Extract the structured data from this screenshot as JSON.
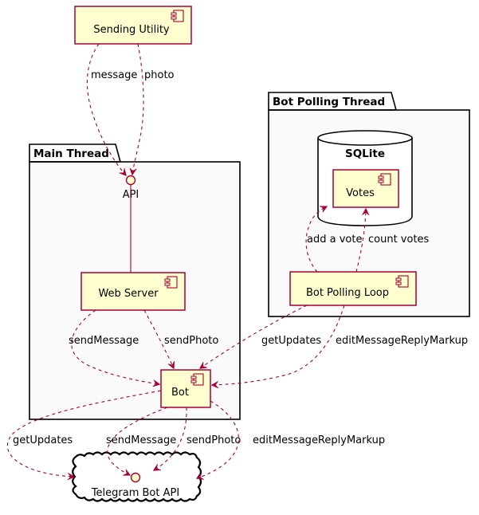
{
  "components": {
    "sending_utility": "Sending Utility",
    "web_server": "Web Server",
    "bot": "Bot",
    "bot_polling_loop": "Bot Polling Loop",
    "votes": "Votes"
  },
  "packages": {
    "main_thread": "Main Thread",
    "bot_polling_thread": "Bot Polling Thread"
  },
  "database": {
    "sqlite": "SQLite"
  },
  "interfaces": {
    "api": "API",
    "telegram_bot_api": "Telegram Bot API"
  },
  "edges": {
    "message": "message",
    "photo": "photo",
    "add_a_vote": "add a vote",
    "count_votes": "count votes",
    "ws_send_message": "sendMessage",
    "ws_send_photo": "sendPhoto",
    "loop_get_updates": "getUpdates",
    "loop_edit_markup": "editMessageReplyMarkup",
    "bot_get_updates": "getUpdates",
    "bot_send_message": "sendMessage",
    "bot_send_photo": "sendPhoto",
    "bot_edit_markup": "editMessageReplyMarkup"
  },
  "colors": {
    "arrow": "#A80036",
    "component_fill": "#FEFECE",
    "package_fill": "#FAFAFA"
  }
}
